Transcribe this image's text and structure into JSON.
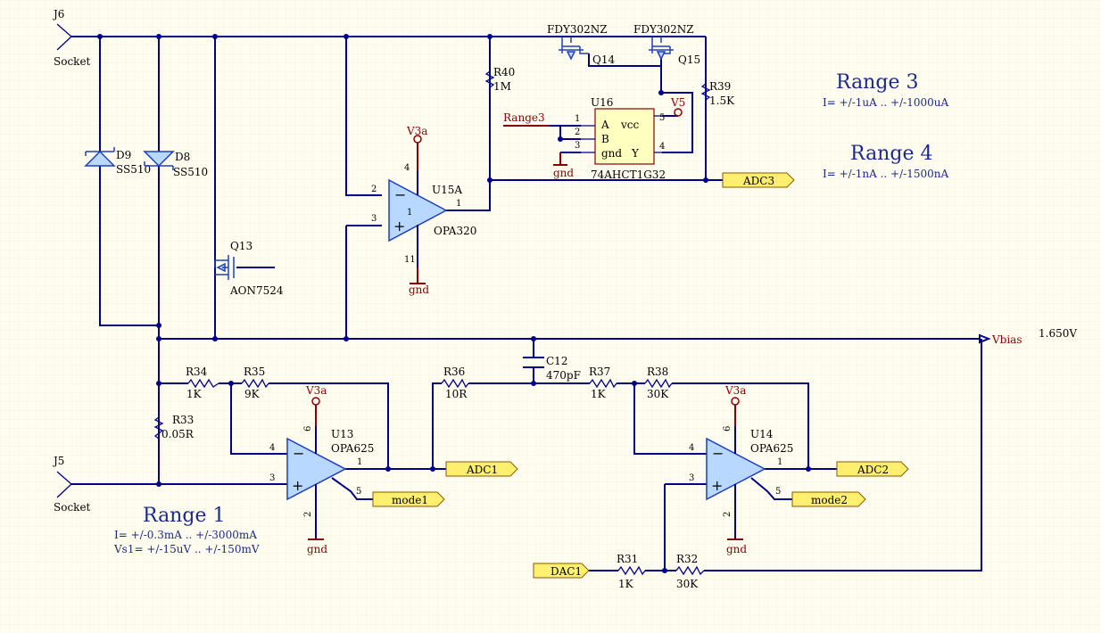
{
  "connectors": {
    "j6": {
      "ref": "J6",
      "type": "Socket"
    },
    "j5": {
      "ref": "J5",
      "type": "Socket"
    }
  },
  "diodes": {
    "d9": {
      "ref": "D9",
      "part": "SS510"
    },
    "d8": {
      "ref": "D8",
      "part": "SS510"
    }
  },
  "transistors": {
    "q13": {
      "ref": "Q13",
      "part": "AON7524"
    },
    "q14": {
      "ref": "Q14",
      "part": "FDY302NZ"
    },
    "q15": {
      "ref": "Q15",
      "part": "FDY302NZ"
    }
  },
  "resistors": {
    "r40": {
      "ref": "R40",
      "value": "1M"
    },
    "r39": {
      "ref": "R39",
      "value": "1.5K"
    },
    "r34": {
      "ref": "R34",
      "value": "1K"
    },
    "r35": {
      "ref": "R35",
      "value": "9K"
    },
    "r33": {
      "ref": "R33",
      "value": "0.05R"
    },
    "r36": {
      "ref": "R36",
      "value": "10R"
    },
    "r37": {
      "ref": "R37",
      "value": "1K"
    },
    "r38": {
      "ref": "R38",
      "value": "30K"
    },
    "r31": {
      "ref": "R31",
      "value": "1K"
    },
    "r32": {
      "ref": "R32",
      "value": "30K"
    }
  },
  "capacitors": {
    "c12": {
      "ref": "C12",
      "value": "470pF"
    }
  },
  "opamps": {
    "u15a": {
      "ref": "U15A",
      "part": "OPA320",
      "unit": "1",
      "pins": {
        "inv": "2",
        "noninv": "3",
        "out": "1",
        "vpos": "4",
        "vneg": "11"
      }
    },
    "u13": {
      "ref": "U13",
      "part": "OPA625",
      "pins": {
        "inv": "4",
        "noninv": "3",
        "out": "1",
        "vpos": "6",
        "vneg": "2",
        "mode": "5"
      }
    },
    "u14": {
      "ref": "U14",
      "part": "OPA625",
      "pins": {
        "inv": "4",
        "noninv": "3",
        "out": "1",
        "vpos": "6",
        "vneg": "2",
        "mode": "5"
      }
    }
  },
  "logic": {
    "u16": {
      "ref": "U16",
      "part": "74AHCT1G32",
      "pin_labels": {
        "a": "A",
        "b": "B",
        "vcc": "vcc",
        "gnd": "gnd",
        "y": "Y"
      },
      "pins": {
        "a": "1",
        "b": "2",
        "gnd": "3",
        "y": "4",
        "vcc": "5"
      }
    }
  },
  "power": {
    "v3a": "V3a",
    "gnd": "gnd",
    "v5": "V5",
    "range3_net": "Range3",
    "vbias": "Vbias",
    "vbias_value": "1.650V"
  },
  "ports": {
    "adc3": "ADC3",
    "adc1": "ADC1",
    "adc2": "ADC2",
    "mode1": "mode1",
    "mode2": "mode2",
    "dac1": "DAC1"
  },
  "annotations": {
    "range1": {
      "title": "Range 1",
      "line1": "I= +/-0.3mA .. +/-3000mA",
      "line2": "Vs1= +/-15uV .. +/-150mV"
    },
    "range3": {
      "title": "Range 3",
      "line1": "I= +/-1uA .. +/-1000uA"
    },
    "range4": {
      "title": "Range 4",
      "line1": "I= +/-1nA .. +/-1500nA"
    }
  }
}
